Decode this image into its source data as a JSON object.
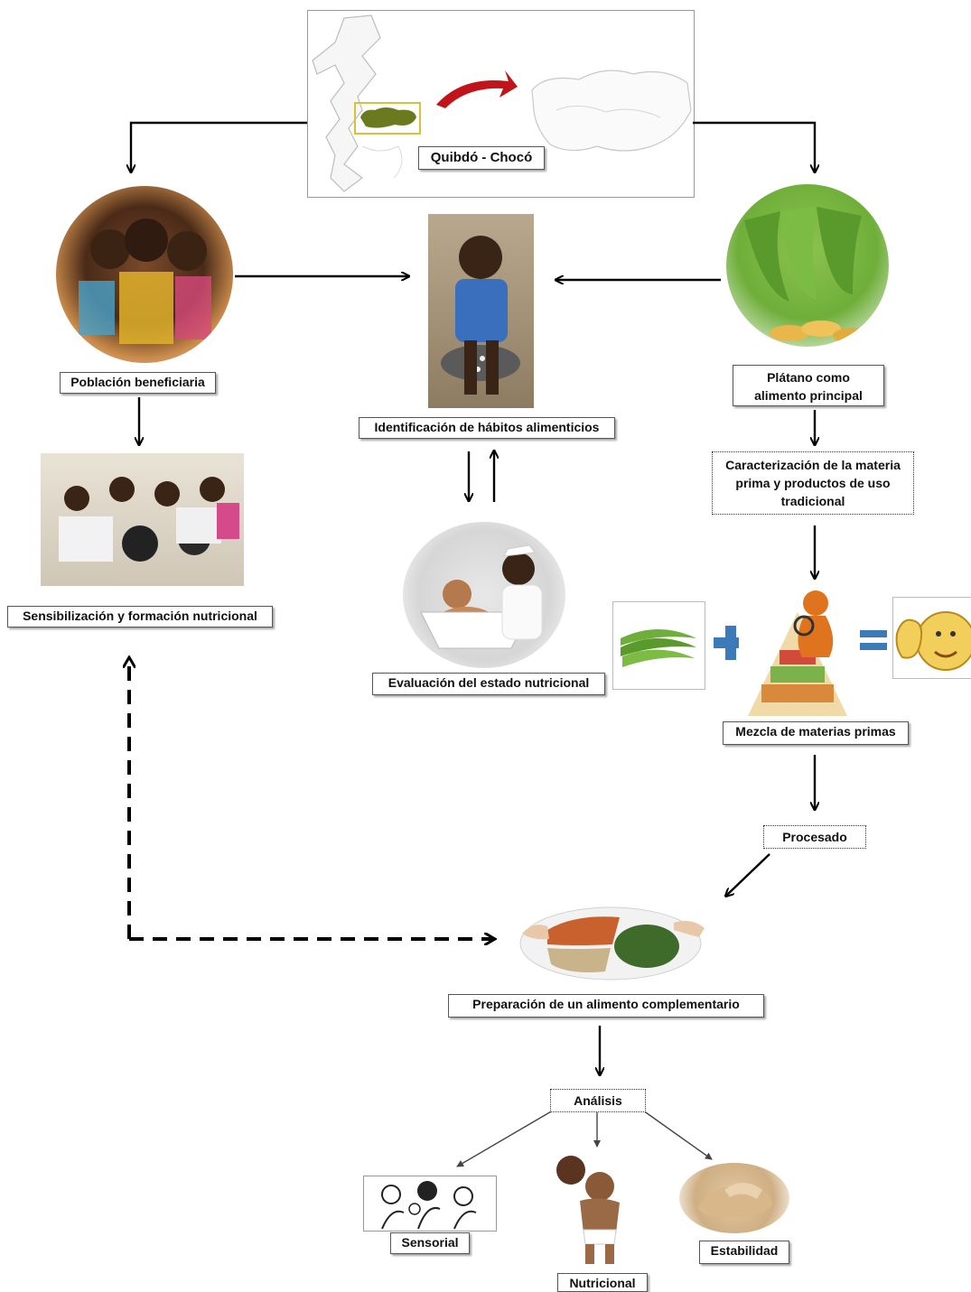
{
  "map": {
    "label": "Quibdó - Chocó"
  },
  "nodes": {
    "poblacion": "Población beneficiaria",
    "identificacion": "Identificación de hábitos alimenticios",
    "platano": "Plátano como alimento principal",
    "caracterizacion": "Caracterización de la materia prima y productos de uso tradicional",
    "sensibilizacion": "Sensibilización y formación nutricional",
    "evaluacion": "Evaluación del estado  nutricional",
    "mezcla": "Mezcla de materias primas",
    "procesado": "Procesado",
    "preparacion": "Preparación de un alimento complementario",
    "analisis": "Análisis",
    "sensorial": "Sensorial",
    "nutricional": "Nutricional",
    "estabilidad": "Estabilidad"
  },
  "colors": {
    "map_region": "#6b7a1e",
    "map_arrow": "#c0141a",
    "plus_equals": "#3d7ab8",
    "plantain_green": "#6fae3a"
  }
}
